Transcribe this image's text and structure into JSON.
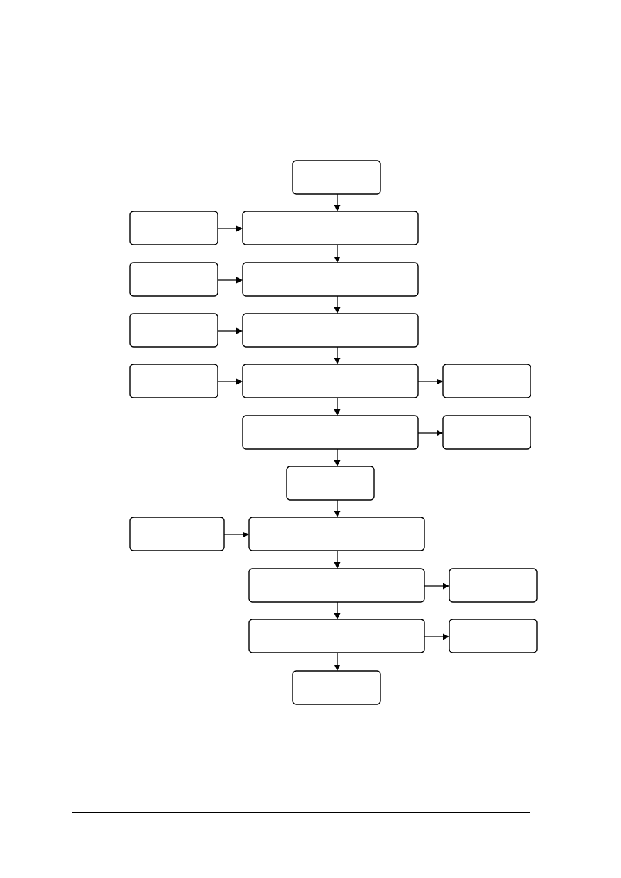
{
  "diagram": {
    "nodes": [
      {
        "id": "start",
        "label": ""
      },
      {
        "id": "step-1",
        "label": ""
      },
      {
        "id": "input-1",
        "label": ""
      },
      {
        "id": "step-2",
        "label": ""
      },
      {
        "id": "input-2",
        "label": ""
      },
      {
        "id": "step-3",
        "label": ""
      },
      {
        "id": "input-3",
        "label": ""
      },
      {
        "id": "step-4",
        "label": ""
      },
      {
        "id": "input-4",
        "label": ""
      },
      {
        "id": "output-4",
        "label": ""
      },
      {
        "id": "step-5",
        "label": ""
      },
      {
        "id": "output-5",
        "label": ""
      },
      {
        "id": "mid",
        "label": ""
      },
      {
        "id": "step-6",
        "label": ""
      },
      {
        "id": "input-6",
        "label": ""
      },
      {
        "id": "step-7",
        "label": ""
      },
      {
        "id": "output-7",
        "label": ""
      },
      {
        "id": "step-8",
        "label": ""
      },
      {
        "id": "output-8",
        "label": ""
      },
      {
        "id": "end",
        "label": ""
      }
    ],
    "edges": [
      {
        "from": "start",
        "to": "step-1"
      },
      {
        "from": "input-1",
        "to": "step-1"
      },
      {
        "from": "step-1",
        "to": "step-2"
      },
      {
        "from": "input-2",
        "to": "step-2"
      },
      {
        "from": "step-2",
        "to": "step-3"
      },
      {
        "from": "input-3",
        "to": "step-3"
      },
      {
        "from": "step-3",
        "to": "step-4"
      },
      {
        "from": "input-4",
        "to": "step-4"
      },
      {
        "from": "step-4",
        "to": "output-4"
      },
      {
        "from": "step-4",
        "to": "step-5"
      },
      {
        "from": "step-5",
        "to": "output-5"
      },
      {
        "from": "step-5",
        "to": "mid"
      },
      {
        "from": "mid",
        "to": "step-6"
      },
      {
        "from": "input-6",
        "to": "step-6"
      },
      {
        "from": "step-6",
        "to": "step-7"
      },
      {
        "from": "step-7",
        "to": "output-7"
      },
      {
        "from": "step-7",
        "to": "step-8"
      },
      {
        "from": "step-8",
        "to": "output-8"
      },
      {
        "from": "step-8",
        "to": "end"
      }
    ],
    "colors": {
      "stroke": "#000000",
      "fill": "#ffffff"
    }
  }
}
